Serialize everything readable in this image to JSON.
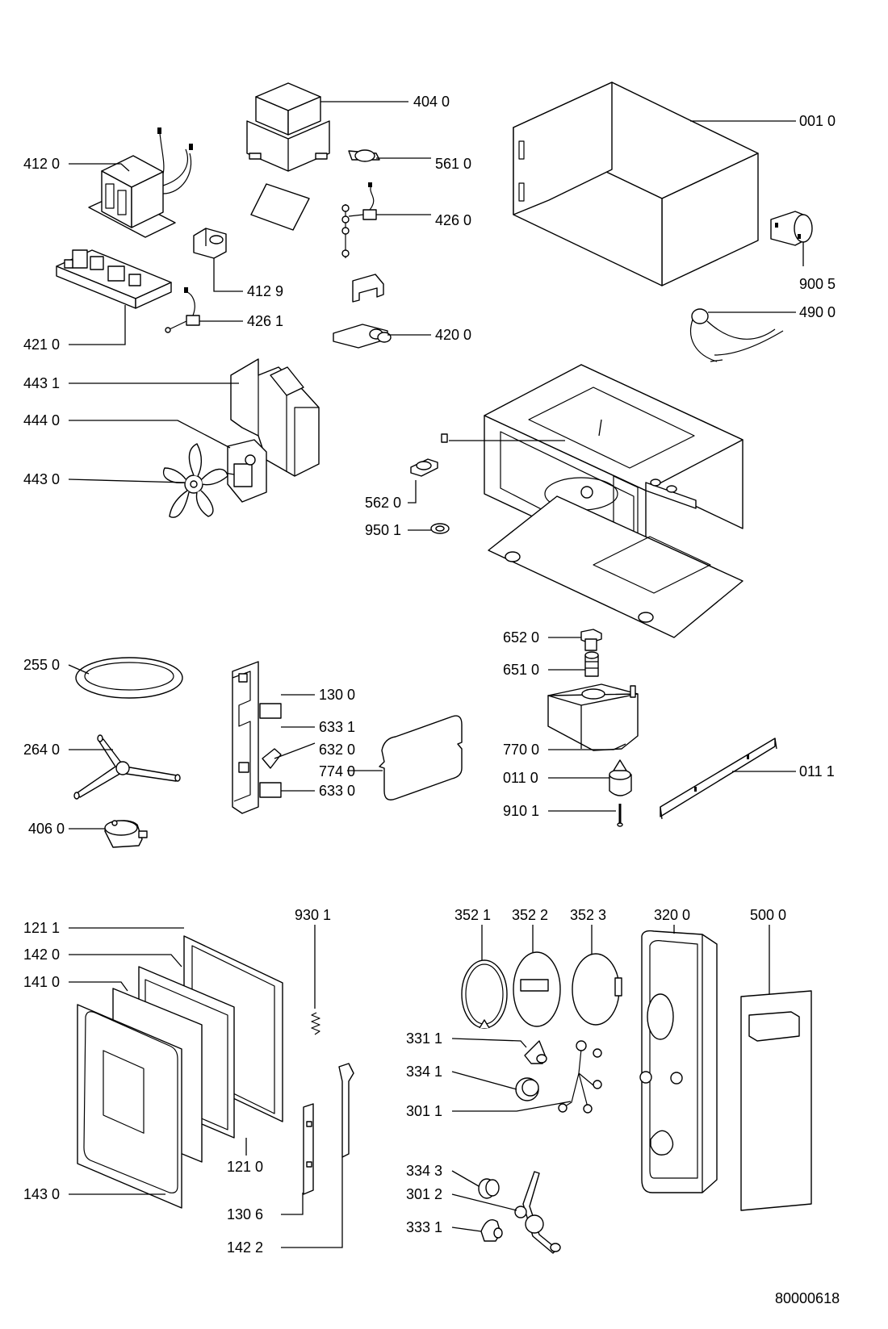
{
  "drawing_number": "80000618",
  "labels": {
    "l4040": "404 0",
    "l0010": "001 0",
    "l4120": "412 0",
    "l5610": "561 0",
    "l4260": "426 0",
    "l4129": "412 9",
    "l9005": "900 5",
    "l4900": "490 0",
    "l4261": "426 1",
    "l4200": "420 0",
    "l4210": "421 0",
    "l4431": "443 1",
    "l4440": "444 0",
    "l4430": "443 0",
    "l5620": "562 0",
    "l9501": "950 1",
    "l6520": "652 0",
    "l2550": "255 0",
    "l6510": "651 0",
    "l1300": "130 0",
    "l6331": "633 1",
    "l2640": "264 0",
    "l6320": "632 0",
    "l7700": "770 0",
    "l7740": "774 0",
    "l0111": "011 1",
    "l0110": "011 0",
    "l6330": "633 0",
    "l9101": "910 1",
    "l4060": "406 0",
    "l9301": "930 1",
    "l3521": "352 1",
    "l3522": "352 2",
    "l3523": "352 3",
    "l3200": "320 0",
    "l5000": "500 0",
    "l1211": "121 1",
    "l1420": "142 0",
    "l1410": "141 0",
    "l3311": "331 1",
    "l3341": "334 1",
    "l3011": "301 1",
    "l1210": "121 0",
    "l3343": "334 3",
    "l1430": "143 0",
    "l3012": "301 2",
    "l1306": "130 6",
    "l3331": "333 1",
    "l1422": "142 2"
  }
}
